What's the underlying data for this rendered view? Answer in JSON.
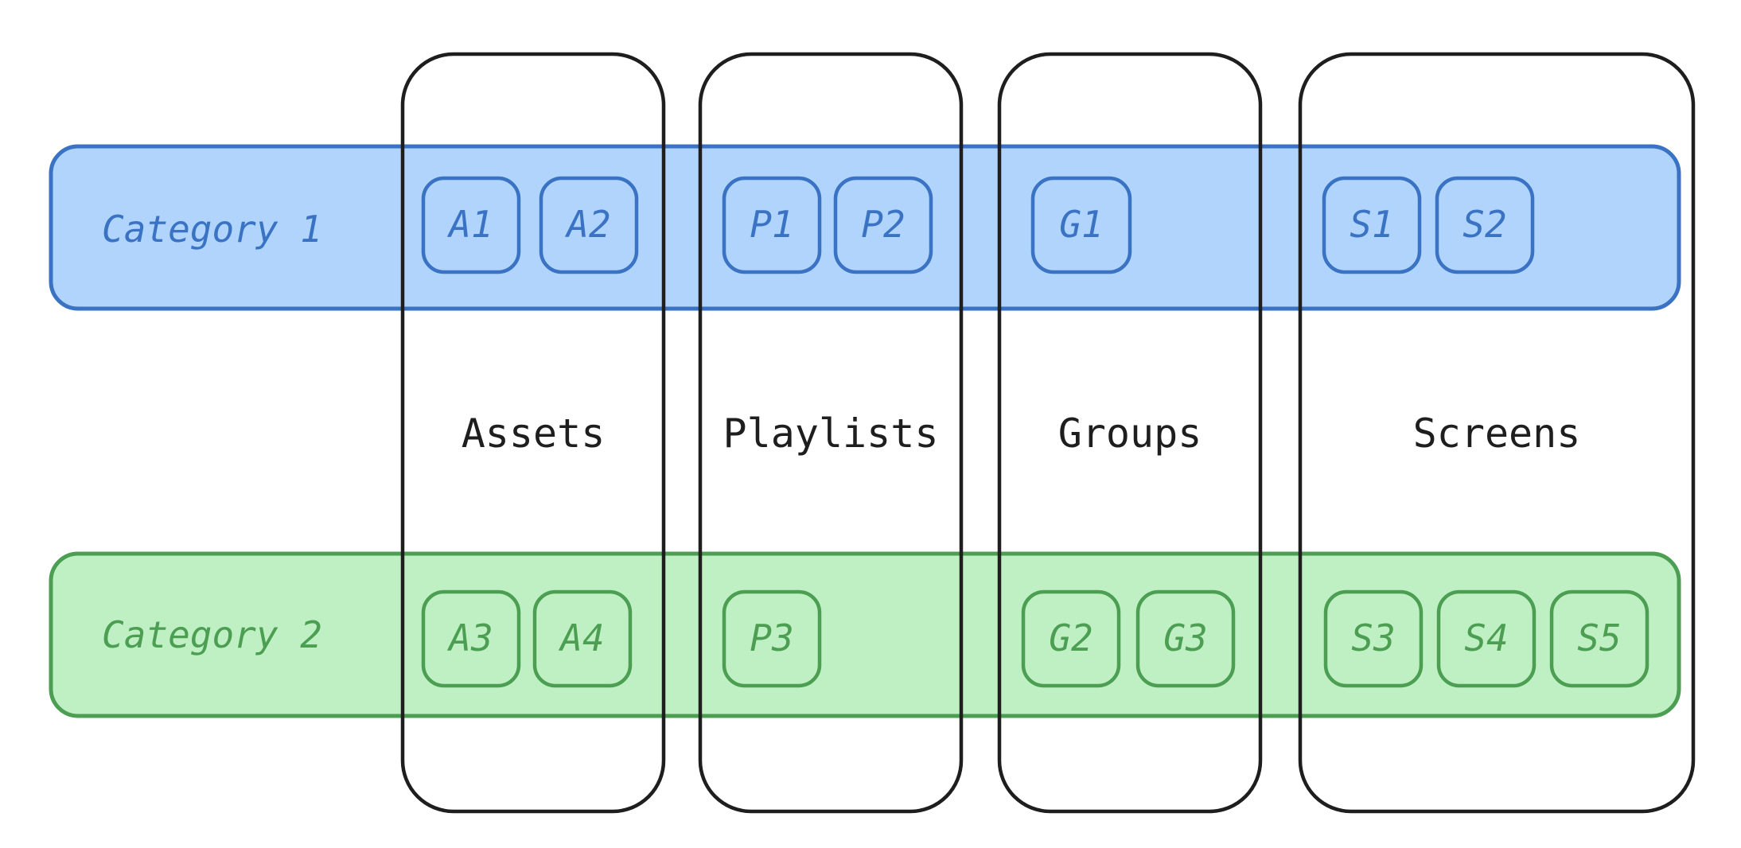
{
  "colors": {
    "category1_fill": "#b0d4fb",
    "category1_stroke": "#3a72c4",
    "category1_text": "#3a72c4",
    "category2_fill": "#bff0c3",
    "category2_stroke": "#4c9e52",
    "category2_text": "#4c9e52",
    "column_stroke": "#1e1e1e"
  },
  "categories": [
    {
      "id": "category-1",
      "label": "Category 1"
    },
    {
      "id": "category-2",
      "label": "Category 2"
    }
  ],
  "columns": [
    {
      "id": "assets",
      "title": "Assets",
      "category1_items": [
        "A1",
        "A2"
      ],
      "category2_items": [
        "A3",
        "A4"
      ]
    },
    {
      "id": "playlists",
      "title": "Playlists",
      "category1_items": [
        "P1",
        "P2"
      ],
      "category2_items": [
        "P3"
      ]
    },
    {
      "id": "groups",
      "title": "Groups",
      "category1_items": [
        "G1"
      ],
      "category2_items": [
        "G2",
        "G3"
      ]
    },
    {
      "id": "screens",
      "title": "Screens",
      "category1_items": [
        "S1",
        "S2"
      ],
      "category2_items": [
        "S3",
        "S4",
        "S5"
      ]
    }
  ]
}
